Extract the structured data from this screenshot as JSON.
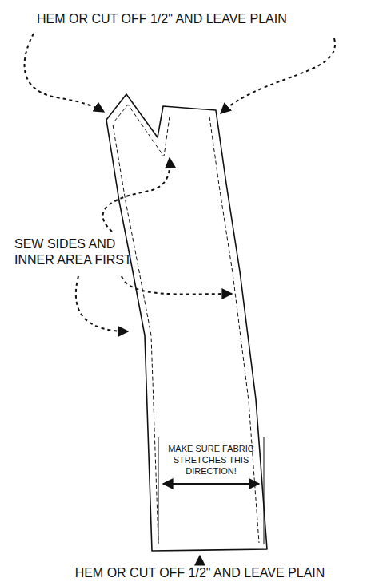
{
  "diagram": {
    "labels": [
      "HEM OR CUT OFF 1/2\" AND LEAVE PLAIN",
      "SEW SIDES AND INNER AREA FIRST",
      "MAKE SURE FABRIC STRETCHES THIS DIRECTION!",
      "HEM OR CUT OFF 1/2\" AND LEAVE PLAIN"
    ]
  }
}
